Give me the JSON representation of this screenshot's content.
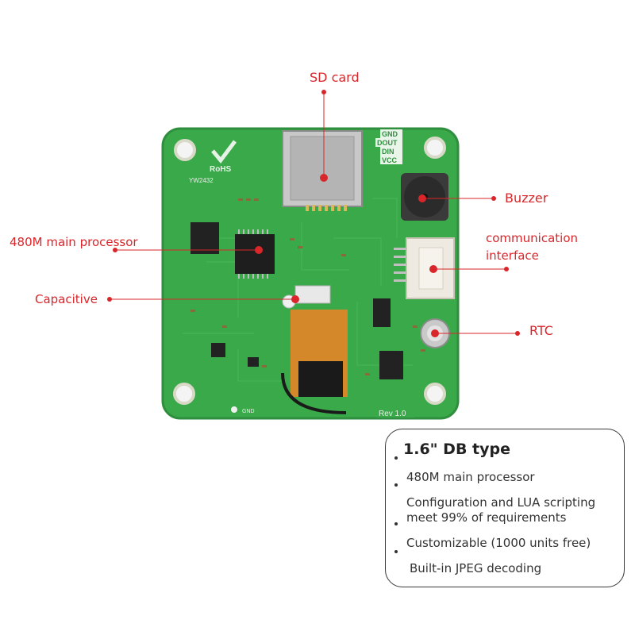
{
  "labels": {
    "sd_card": "SD card",
    "buzzer": "Buzzer",
    "main_processor": "480M main processor",
    "communication_line1": "communication",
    "communication_line2": "interface",
    "capacitive": "Capacitive",
    "rtc": "RTC"
  },
  "board_text": {
    "rohs": "RoHS",
    "model": "YW2432",
    "pins": [
      "GND",
      "DOUT",
      "DIN",
      "VCC"
    ],
    "revision": "Rev 1.0",
    "gnd_pad": "GND"
  },
  "features": {
    "title": "1.6\" DB type",
    "items": [
      "480M main processor",
      "Configuration and LUA scripting",
      "meet 99% of requirements",
      "Customizable (1000 units free)",
      "Built-in JPEG decoding"
    ]
  },
  "colors": {
    "callout": "#d9262b",
    "pcb": "#3aa94a",
    "pcb_edge": "#2f8f3e",
    "connector": "#eeeae2",
    "flex_cable": "#d4882a"
  }
}
